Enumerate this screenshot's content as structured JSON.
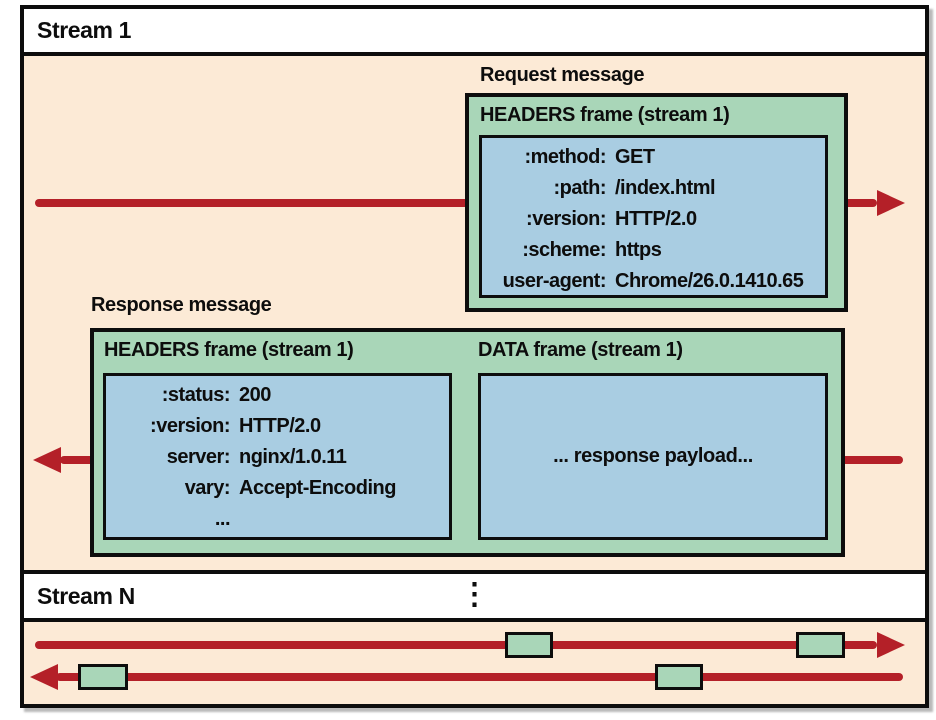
{
  "colors": {
    "lane_background": "#fcead6",
    "frame_green": "#a9d6b8",
    "box_blue": "#a9cde2",
    "arrow_red": "#b42028",
    "border_black": "#0d0d0d"
  },
  "stream1": {
    "bar_label": "Stream 1",
    "request": {
      "label": "Request message",
      "frame_title": "HEADERS frame (stream 1)",
      "headers": [
        {
          "key": ":method:",
          "value": "GET"
        },
        {
          "key": ":path:",
          "value": "/index.html"
        },
        {
          "key": ":version:",
          "value": "HTTP/2.0"
        },
        {
          "key": ":scheme:",
          "value": "https"
        },
        {
          "key": "user-agent:",
          "value": "Chrome/26.0.1410.65"
        }
      ]
    },
    "response": {
      "label": "Response message",
      "headers_frame_title": "HEADERS frame (stream 1)",
      "data_frame_title": "DATA frame (stream 1)",
      "headers": [
        {
          "key": ":status:",
          "value": "200"
        },
        {
          "key": ":version:",
          "value": "HTTP/2.0"
        },
        {
          "key": "server:",
          "value": "nginx/1.0.11"
        },
        {
          "key": "vary:",
          "value": "Accept-Encoding"
        },
        {
          "key": "...",
          "value": ""
        }
      ],
      "payload": "... response payload..."
    }
  },
  "streamN": {
    "bar_label": "Stream N",
    "ellipsis": "⋮"
  }
}
